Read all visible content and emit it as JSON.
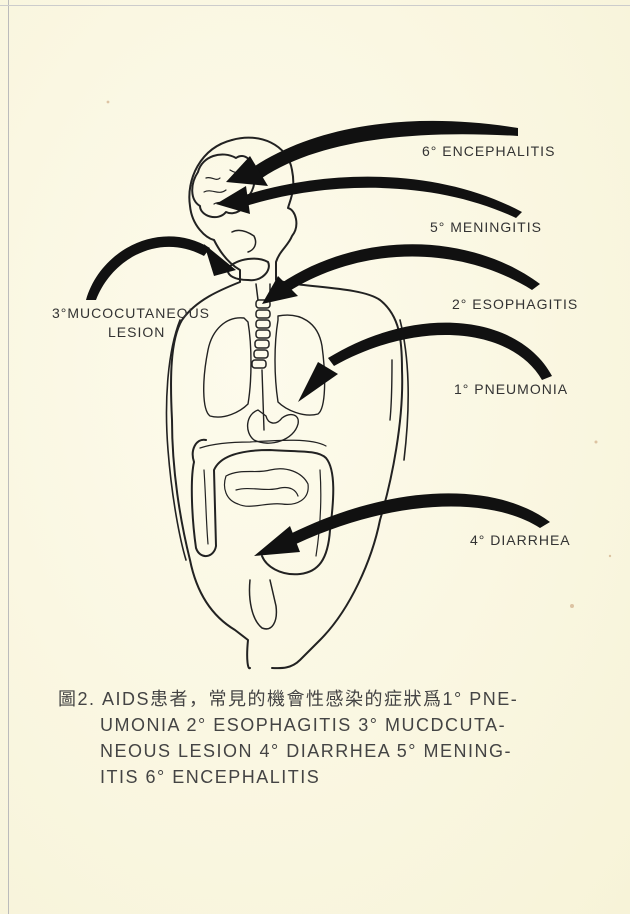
{
  "labels": {
    "encephalitis": "6° ENCEPHALITIS",
    "meningitis": "5° MENINGITIS",
    "esophagitis": "2° ESOPHAGITIS",
    "pneumonia": "1° PNEUMONIA",
    "diarrhea": "4° DIARRHEA",
    "mucocutaneous_line1": "3°MUCOCUTANEOUS",
    "mucocutaneous_line2": "LESION"
  },
  "caption": {
    "line1": "圖2. AIDS患者，常見的機會性感染的症狀爲1° PNE-",
    "line2": "UMONIA 2° ESOPHAGITIS 3° MUCDCUTA-",
    "line3": "NEOUS LESION 4° DIARRHEA 5° MENING-",
    "line4": "ITIS 6° ENCEPHALITIS"
  }
}
